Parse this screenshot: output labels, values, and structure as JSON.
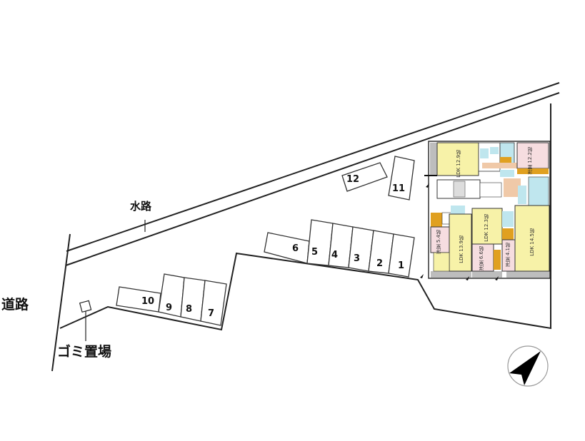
{
  "labels": {
    "road": "道路",
    "waterway": "水路",
    "garbage": "ゴミ置場"
  },
  "parking": [
    "1",
    "2",
    "3",
    "4",
    "5",
    "6",
    "7",
    "8",
    "9",
    "10",
    "11",
    "12"
  ],
  "floorplan": {
    "rooms": [
      {
        "name": "LDK",
        "size": "12.9帖"
      },
      {
        "name": "洋室",
        "size": "12.2帖"
      },
      {
        "name": "洋室",
        "size": "5.4帖"
      },
      {
        "name": "LDK",
        "size": "13.9帖"
      },
      {
        "name": "LDK",
        "size": "12.3帖"
      },
      {
        "name": "洋室",
        "size": "6.6帖"
      },
      {
        "name": "洋室",
        "size": "4.1帖"
      },
      {
        "name": "LDK",
        "size": "14.5帖"
      }
    ],
    "colors": {
      "ldk": "#f7f2a8",
      "bedroom": "#f6dde0",
      "storage": "#e0a020",
      "wet": "#bfe6ee",
      "hall": "#f0c9a8",
      "balcony": "#bdbdbd"
    }
  },
  "compass": {
    "label": "north-arrow"
  }
}
